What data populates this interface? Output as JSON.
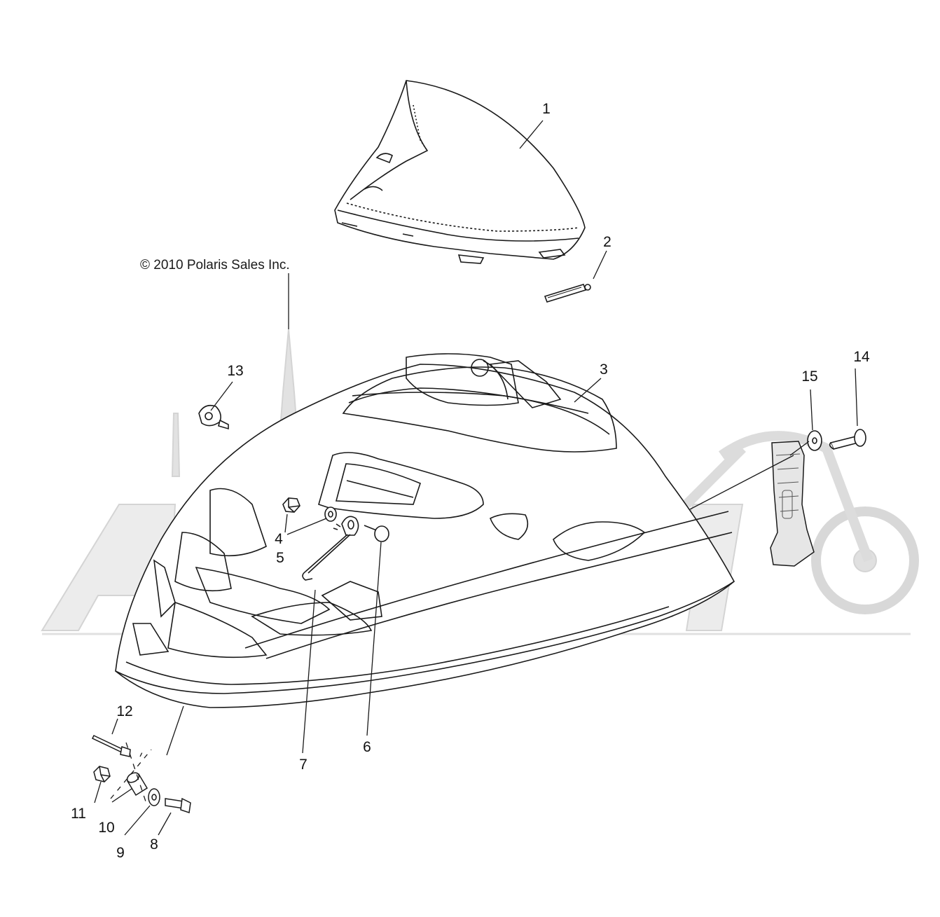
{
  "copyright": "© 2010 Polaris Sales Inc.",
  "watermark_icon": "motorcycle-watermark",
  "callouts": [
    "1",
    "2",
    "3",
    "4",
    "5",
    "6",
    "7",
    "8",
    "9",
    "10",
    "11",
    "12",
    "13",
    "14",
    "15"
  ],
  "colors": {
    "line": "#1a1a1a",
    "watermark": "#d9d9d9",
    "paper": "#ffffff"
  }
}
